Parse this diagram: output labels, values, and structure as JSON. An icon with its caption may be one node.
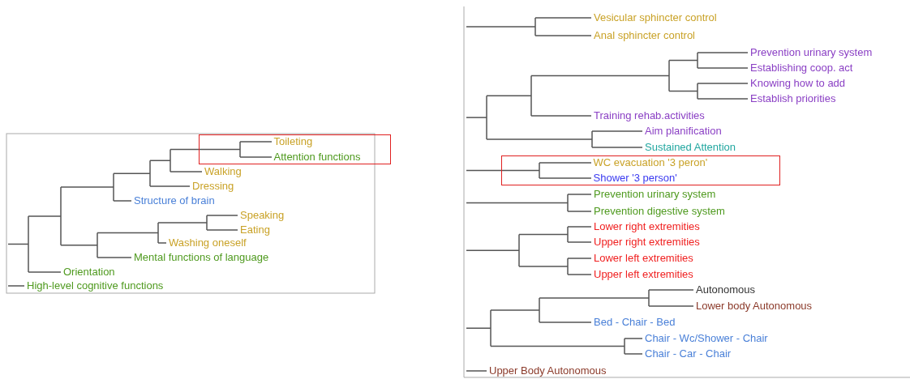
{
  "diagram": {
    "nodes": [
      {
        "text": [
          "Toileting",
          "Attention functions"
        ]
      },
      {
        "text": [
          "WC evacuation '3 peron'",
          "Shower '3 person'"
        ]
      }
    ],
    "labels": [
      "Walking",
      "Dressing",
      "Structure of brain",
      "Speaking",
      "Eating",
      "Washing oneself",
      "Mental functions of language",
      "Orientation",
      "High-level cognitive functions",
      "Vesicular sphincter control",
      "Anal sphincter control",
      "Prevention urinary system",
      "Establishing coop. act",
      "Knowing how to add",
      "Establish priorities",
      "Training rehab.activities",
      "Aim planification",
      "Sustained Attention",
      "Prevention urinary system",
      "Prevention digestive system",
      "Lower right extremities",
      "Upper right extremities",
      "Lower left extremities",
      "Upper left extremities",
      "Autonomous",
      "Lower body Autonomous",
      "Bed - Chair - Bed",
      "Chair - Wc/Shower - Chair",
      "Chair - Car - Chair",
      "Upper Body Autonomous"
    ]
  }
}
